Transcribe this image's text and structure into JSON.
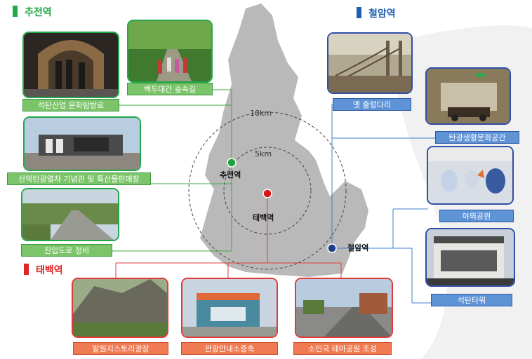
{
  "sections": {
    "churyeon": {
      "title": "추전역",
      "color": "#22a84a"
    },
    "cheoram": {
      "title": "철암역",
      "color": "#1f5fb0"
    },
    "taebaek": {
      "title": "태백역",
      "color": "#e02424"
    }
  },
  "map": {
    "ring_outer": "10km",
    "ring_inner": "5km",
    "stations": {
      "churyeon": "추전역",
      "taebaek": "태백역",
      "cheoram": "철암역"
    }
  },
  "places": {
    "coal_tunnel": "석탄산업 문화탐방로",
    "forest_trail": "백두대간 숲속길",
    "memorial_hall": "산악탄광열차 기념관 및 특산물판매장",
    "access_road": "진입도로 정비",
    "old_bridge": "옛 출렁다리",
    "mining_space": "탄광생활문화공간",
    "outdoor_park": "야외공원",
    "coal_tower": "석탄타워",
    "story_plaza": "발원지스토리광장",
    "tourist_center": "관광안내소증축",
    "theme_park": "소인국 테마공원 조성"
  }
}
